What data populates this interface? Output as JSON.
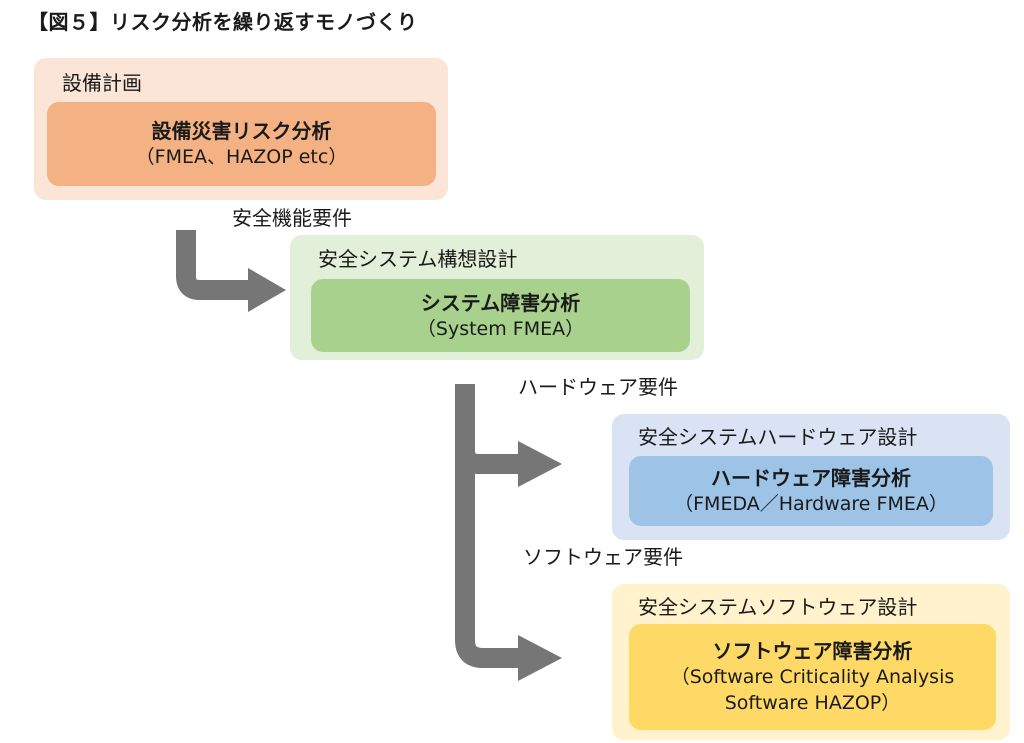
{
  "title": "【図５】リスク分析を繰り返すモノづくり",
  "colors": {
    "orange_outer": "#fbe5d6",
    "orange_inner": "#f4b183",
    "green_outer": "#e2f0d9",
    "green_inner": "#a9d18e",
    "blue_outer": "#dae3f3",
    "blue_inner": "#9dc3e6",
    "yellow_outer": "#fff2cc",
    "yellow_inner": "#ffd966",
    "arrow": "#767676"
  },
  "stages": {
    "equipment": {
      "label": "設備計画",
      "analysis_title": "設備災害リスク分析",
      "analysis_sub": "（FMEA、HAZOP etc）"
    },
    "system": {
      "label": "安全システム構想設計",
      "analysis_title": "システム障害分析",
      "analysis_sub": "（System FMEA）"
    },
    "hardware": {
      "label": "安全システムハードウェア設計",
      "analysis_title": "ハードウェア障害分析",
      "analysis_sub": "（FMEDA／Hardware FMEA）"
    },
    "software": {
      "label": "安全システムソフトウェア設計",
      "analysis_title": "ソフトウェア障害分析",
      "analysis_sub": "（Software Criticality Analysis\nSoftware HAZOP）"
    }
  },
  "requirements": {
    "safety_function": "安全機能要件",
    "hardware": "ハードウェア要件",
    "software": "ソフトウェア要件"
  }
}
